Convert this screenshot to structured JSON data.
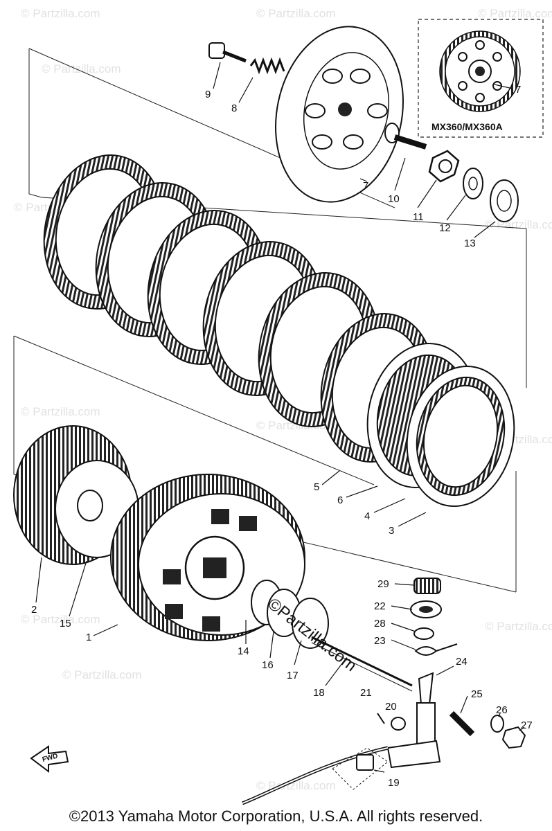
{
  "watermark": "© Partzilla.com",
  "center_watermark": "©Partzilla.com",
  "inset_label": "MX360/MX360A",
  "fwd_label": "FWD",
  "copyright": "©2013  Yamaha Motor Corporation, U.S.A. All rights reserved.",
  "callouts": {
    "c1": "1",
    "c2": "2",
    "c3": "3",
    "c4": "4",
    "c5": "5",
    "c6": "6",
    "c7": "7",
    "c7b": "7",
    "c8": "8",
    "c9": "9",
    "c10": "10",
    "c11": "11",
    "c12": "12",
    "c13": "13",
    "c14": "14",
    "c15": "15",
    "c16": "16",
    "c17": "17",
    "c18": "18",
    "c19": "19",
    "c20": "20",
    "c21": "21",
    "c22": "22",
    "c23": "23",
    "c24": "24",
    "c25": "25",
    "c26": "26",
    "c27": "27",
    "c28": "28",
    "c29": "29"
  }
}
